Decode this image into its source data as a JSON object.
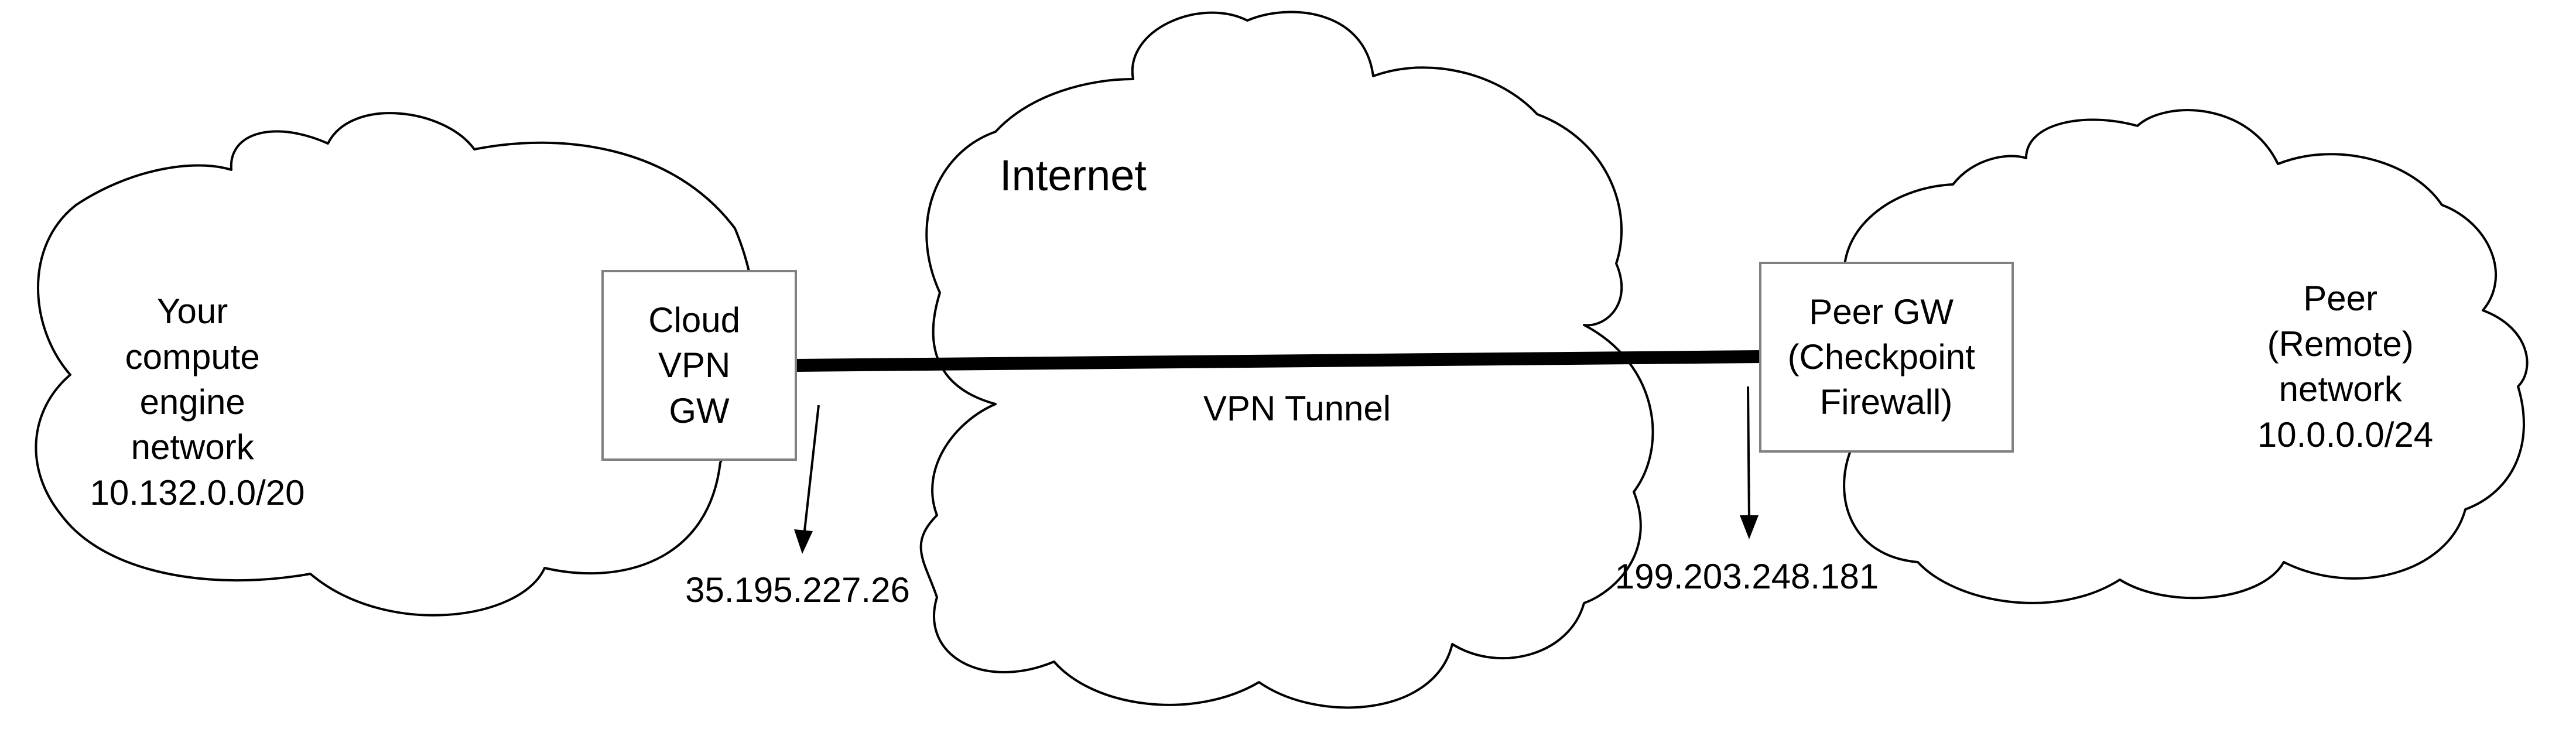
{
  "diagram": {
    "left_network": {
      "lines": [
        "Your",
        "compute",
        "engine",
        "network",
        "10.132.0.0/20"
      ]
    },
    "cloud_vpn_gw": {
      "lines": [
        "Cloud",
        "VPN",
        "GW"
      ],
      "ip": "35.195.227.26"
    },
    "internet": {
      "label": "Internet",
      "tunnel_label": "VPN Tunnel"
    },
    "peer_gw": {
      "lines": [
        "Peer GW",
        "(Checkpoint",
        "Firewall)"
      ],
      "ip": "199.203.248.181"
    },
    "right_network": {
      "lines": [
        "Peer",
        "(Remote)",
        "network",
        "10.0.0.0/24"
      ]
    }
  }
}
